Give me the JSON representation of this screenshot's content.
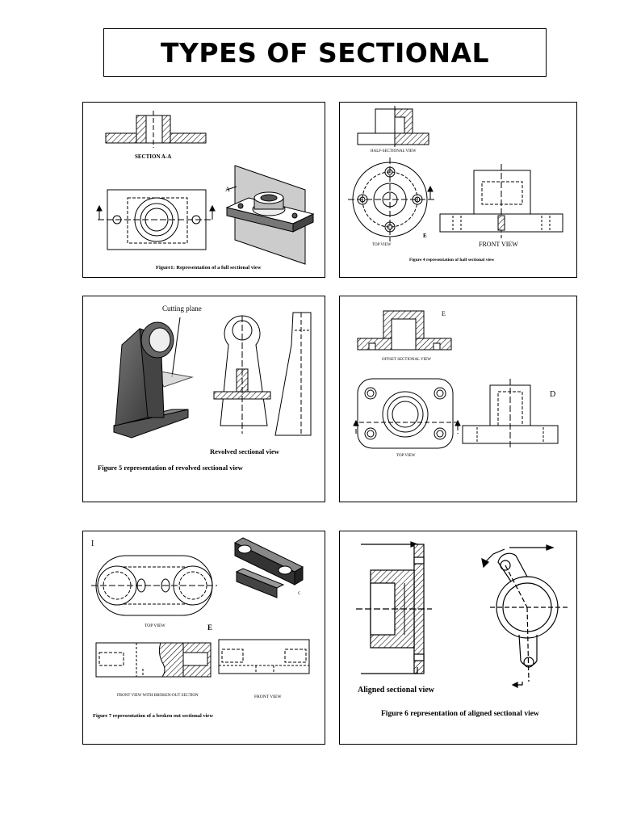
{
  "page": {
    "title": "TYPES OF SECTIONAL"
  },
  "panels": {
    "full": {
      "section_label": "SECTION A-A",
      "plane_label": "A",
      "caption": "Figure1: Representation of a full sectional view"
    },
    "half": {
      "view_label": "HALF-SECTIONAL VIEW",
      "top_label": "TOP VIEW",
      "front_label": "FRONT VIEW",
      "marker": "E",
      "caption": "Figure 4 representation of half sectional view"
    },
    "revolved": {
      "cutting_plane": "Cutting plane",
      "view_label": "Revolved sectional view",
      "caption": "Figure 5 representation of revolved sectional view"
    },
    "offset": {
      "view_label": "OFFSET SECTIONAL VIEW",
      "top_label": "TOP VIEW",
      "marker_e": "E",
      "marker_d": "D"
    },
    "broken": {
      "marker_i": "I",
      "marker_c": "C",
      "top_label": "TOP VIEW",
      "marker_e": "E",
      "front_broken_label": "FRONT VIEW WITH BROKEN-OUT SECTION",
      "front_label": "FRONT VIEW",
      "caption": "Figure 7 representation of a broken out sectional view"
    },
    "aligned": {
      "view_label": "Aligned sectional view",
      "caption": "Figure 6 representation of aligned sectional view"
    }
  }
}
